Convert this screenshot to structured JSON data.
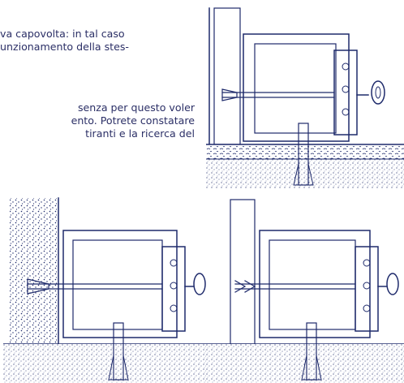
{
  "document": {
    "paragraph_1": {
      "lines": [
        "va capovolta: in tal caso",
        "unzionamento della stes-"
      ]
    },
    "paragraph_2": {
      "lines": [
        "senza per questo voler",
        "ento. Potrete constatare",
        "tiranti e la ricerca del"
      ]
    }
  },
  "illustrations": [
    {
      "name": "installation-in-brick-wall"
    },
    {
      "name": "installation-in-solid-wall"
    },
    {
      "name": "installation-in-hollow-block-wall"
    }
  ],
  "colors": {
    "ink": "#1e2a6b",
    "text": "#2b2f66",
    "background": "#ffffff"
  }
}
